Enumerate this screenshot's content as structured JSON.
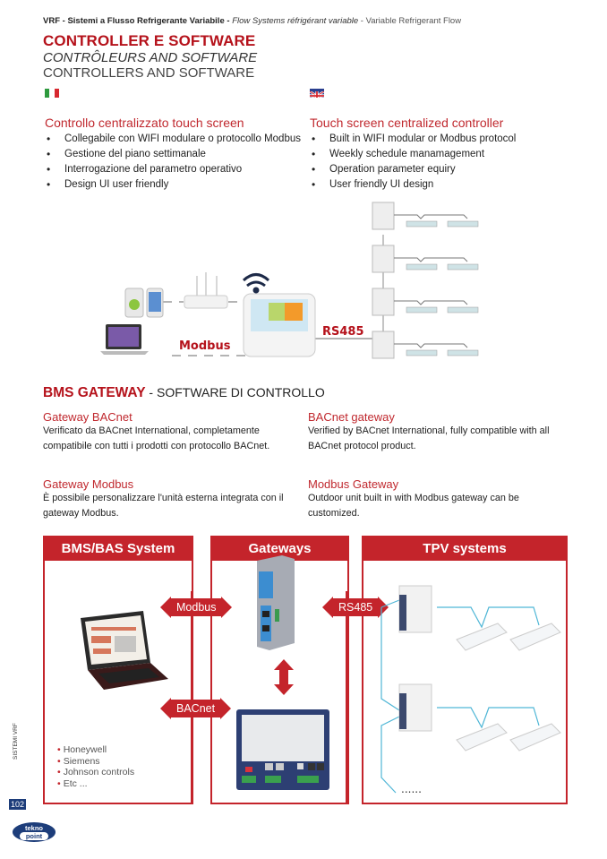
{
  "header": {
    "top_line": {
      "bold_part": "VRF - Sistemi a Flusso Refrigerante Variabile - ",
      "italic_part": "Flow Systems réfrigérant variable",
      "light_part": " - Variable Refrigerant Flow"
    },
    "title_it": "CONTROLLER E SOFTWARE",
    "title_fr": "CONTRÔLEURS AND SOFTWARE",
    "title_en": "CONTROLLERS AND SOFTWARE"
  },
  "flags": {
    "italian": {
      "icon": "italian-flag-icon",
      "colors": [
        "#2e9a3e",
        "#ffffff",
        "#d7282f"
      ]
    },
    "english": {
      "icon": "uk-flag-icon"
    }
  },
  "controller": {
    "it": {
      "heading": "Controllo centralizzato touch screen",
      "bullets": [
        "Collegabile con WIFI modulare o protocollo Modbus",
        "Gestione del piano settimanale",
        "Interrogazione del parametro operativo",
        "Design UI user friendly"
      ]
    },
    "en": {
      "heading": "Touch screen centralized controller",
      "bullets": [
        "Built in WIFI modular or Modbus protocol",
        "Weekly schedule manamagement",
        "Operation parameter equiry",
        "User friendly UI design"
      ]
    },
    "diagram": {
      "modbus_label": "Modbus",
      "rs485_label": "RS485",
      "devices": [
        "smartphone-icon",
        "router-icon",
        "wifi-icon",
        "laptop-icon",
        "touch-controller-icon",
        "outdoor-unit-icon",
        "indoor-unit-icon"
      ]
    }
  },
  "bms": {
    "title": "BMS GATEWAY",
    "separator": " - ",
    "subtitle": "SOFTWARE DI CONTROLLO",
    "bacnet_it": {
      "heading": "Gateway BACnet",
      "body": "Verificato da BACnet International, completamente compatibile con tutti i prodotti con protocollo BACnet."
    },
    "bacnet_en": {
      "heading": "BACnet gateway",
      "body": "Verified by BACnet International, fully compatible with all BACnet protocol product."
    },
    "modbus_it": {
      "heading": "Gateway Modbus",
      "body": "È possibile personalizzare l'unità esterna integrata con il gateway Modbus."
    },
    "modbus_en": {
      "heading": "Modbus Gateway",
      "body": "Outdoor unit built in with Modbus gateway can be customized."
    }
  },
  "system_diagram": {
    "boxes": {
      "bms": "BMS/BAS System",
      "gateways": "Gateways",
      "tpv": "TPV systems"
    },
    "arrows": {
      "modbus": "Modbus",
      "rs485": "RS485",
      "bacnet": "BACnet"
    },
    "brands": [
      "Honeywell",
      "Siemens",
      "Johnson controls",
      "Etc ..."
    ],
    "more_units": "......"
  },
  "footer": {
    "side_label": "SISTEMI VRF",
    "page_number": "102",
    "logo_top": "tekno",
    "logo_bottom": "point"
  },
  "colors": {
    "brand_red": "#c4242b",
    "title_red": "#b5121b",
    "heading_red": "#c0282e",
    "logo_blue": "#1d3d7a",
    "pipe_blue": "#4fb6d6"
  }
}
